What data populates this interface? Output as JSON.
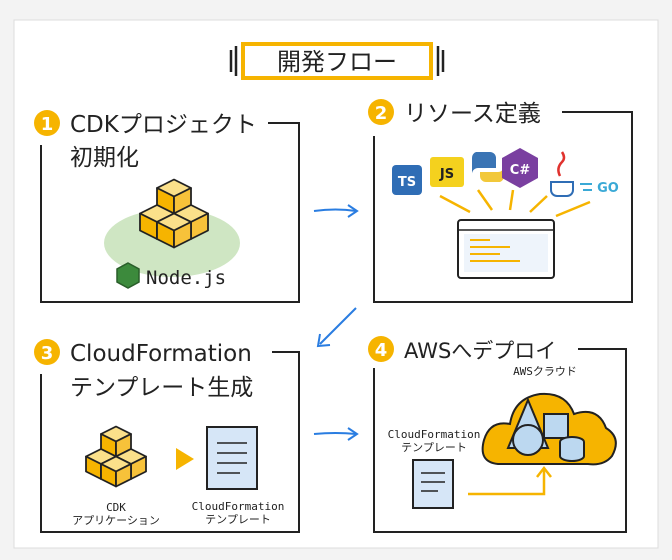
{
  "title": "開発フロー",
  "steps": [
    {
      "num": "1",
      "title_lines": [
        "CDKプロジェクト",
        "初期化"
      ],
      "caption": "Node.js"
    },
    {
      "num": "2",
      "title_lines": [
        "リソース定義"
      ],
      "languages": [
        "TS",
        "JS",
        "Python",
        "C#",
        "Java",
        "GO"
      ]
    },
    {
      "num": "3",
      "title_lines": [
        "CloudFormation",
        "テンプレート生成"
      ],
      "from_label_lines": [
        "CDK",
        "アプリケーション"
      ],
      "to_label_lines": [
        "CloudFormation",
        "テンプレート"
      ]
    },
    {
      "num": "4",
      "title_lines": [
        "AWSへデプロイ"
      ],
      "cloud_label": "AWSクラウド",
      "doc_label_lines": [
        "CloudFormation",
        "テンプレート"
      ]
    }
  ],
  "colors": {
    "accent": "#f6b400",
    "ink": "#222222",
    "cube": "#f7c23a",
    "node_green": "#3c8a3c",
    "arrow_blue": "#2a7de1",
    "panel_bg": "#ffffff",
    "doc_blue": "#d6e6f7",
    "shape_blue": "#bcd8f0"
  },
  "icons": [
    "cube-stack-icon",
    "nodejs-hexagon-icon",
    "typescript-icon",
    "javascript-icon",
    "python-icon",
    "csharp-icon",
    "java-icon",
    "go-icon",
    "code-editor-icon",
    "arrow-right-icon",
    "arrow-down-left-icon",
    "play-triangle-icon",
    "document-icon",
    "cloud-icon",
    "shapes-icon"
  ]
}
